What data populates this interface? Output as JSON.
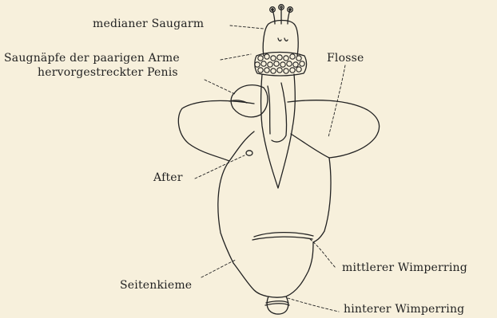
{
  "labels": {
    "medianer_saugarm": "medianer Saugarm",
    "saugnaepfe": "Saugnäpfe der paarigen Arme",
    "penis": "hervorgestreckter Penis",
    "flosse": "Flosse",
    "after": "After",
    "seitenkieme": "Seitenkieme",
    "mittlerer_wimperring": "mittlerer Wimperring",
    "hinterer_wimperring": "hinterer Wimperring"
  },
  "colors": {
    "background": "#f7f0dc",
    "ink": "#222222"
  }
}
